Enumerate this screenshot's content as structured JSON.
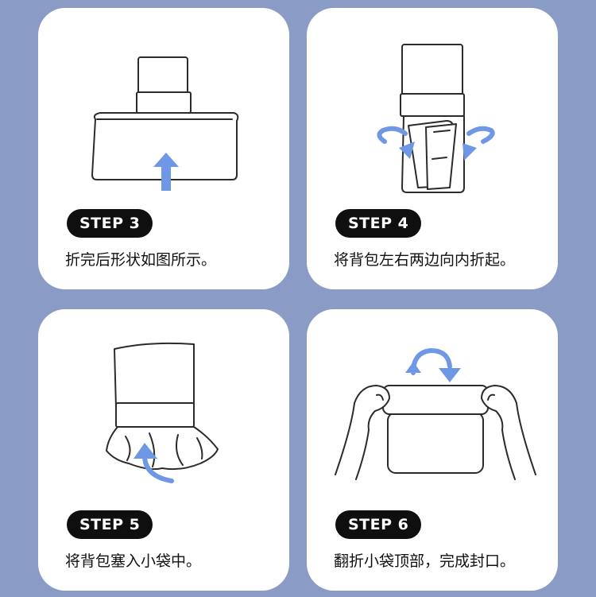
{
  "cards": [
    {
      "step": "STEP 3",
      "text": "折完后形状如图所示。"
    },
    {
      "step": "STEP 4",
      "text": "将背包左右两边向内折起。"
    },
    {
      "step": "STEP 5",
      "text": "将背包塞入小袋中。"
    },
    {
      "step": "STEP 6",
      "text": "翻折小袋顶部，完成封口。"
    }
  ],
  "colors": {
    "background": "#8a9bc6",
    "card": "#ffffff",
    "badge": "#0f0f0f",
    "arrow": "#6e98e6"
  }
}
